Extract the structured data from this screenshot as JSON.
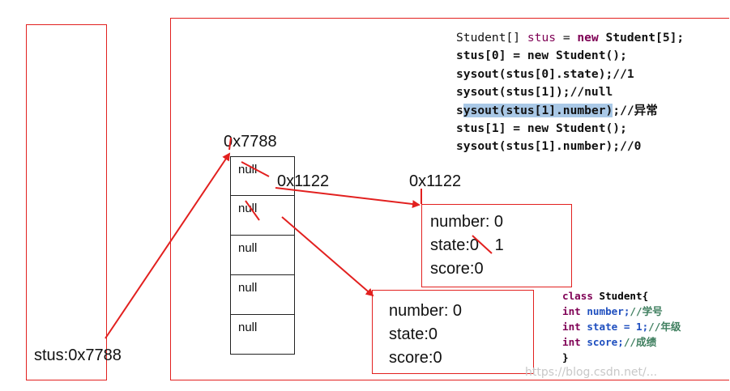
{
  "stack_var": "stus:0x7788",
  "array": {
    "address": "0x7788",
    "cells": [
      "null",
      "null",
      "null",
      "null",
      "null"
    ]
  },
  "pointer_label": "0x1122",
  "object1": {
    "address": "0x1122",
    "number": "number: 0",
    "state": "state:0",
    "state_new": "1",
    "score": "score:0"
  },
  "object2": {
    "number": "number: 0",
    "state": "state:0",
    "score": "score:0"
  },
  "code": {
    "line1_a": "Student[] ",
    "line1_b": "stus",
    "line1_c": " = ",
    "line1_d": "new",
    "line1_e": " Student[5];",
    "line2": "stus[0] = new Student();",
    "line3": "sysout(stus[0].state);//1",
    "line4": "sysout(stus[1]);//null",
    "line5_a": "s",
    "line5_b": "ysout(stus[1].number)",
    "line5_c": ";//异常",
    "line6": "stus[1] = new Student();",
    "line7": "sysout(stus[1].number);//0"
  },
  "class_def": {
    "line1_kw": "class",
    "line1_rest": " Student{",
    "line2_kw": "int",
    "line2_field": " number;",
    "line2_comment": "//学号",
    "line3_kw": "int",
    "line3_field": " state = 1;",
    "line3_comment": "//年级",
    "line4_kw": "int",
    "line4_field": " score;",
    "line4_comment": "//成绩",
    "line5": "}"
  },
  "watermark": "https://blog.csdn.net/..."
}
